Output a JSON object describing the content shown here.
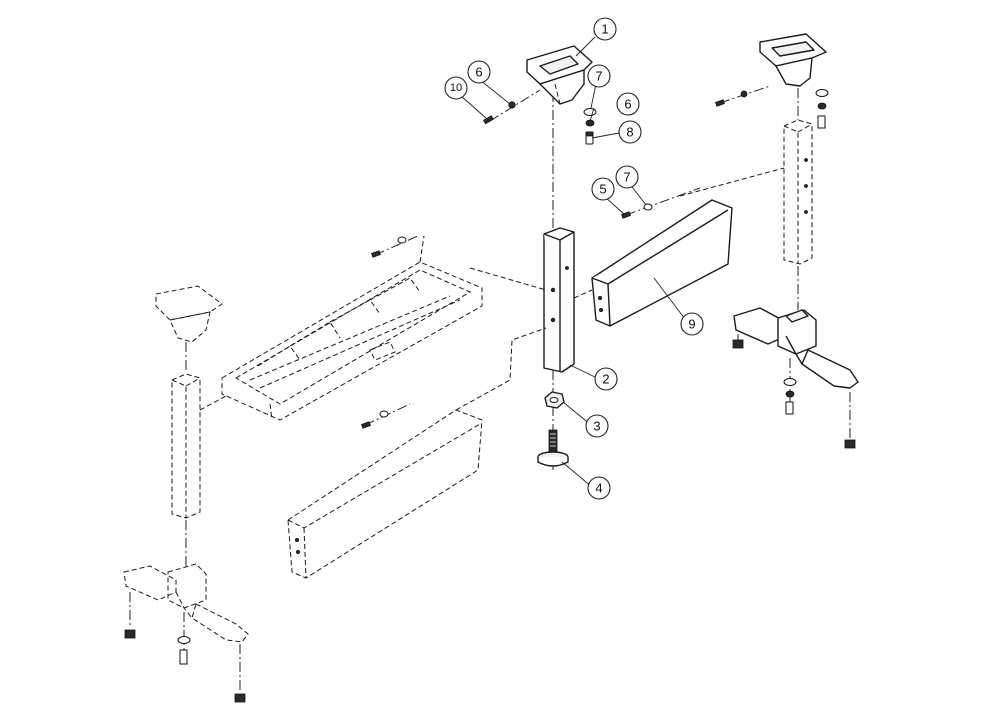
{
  "callouts": [
    {
      "id": "c1",
      "label": "1"
    },
    {
      "id": "c2",
      "label": "2"
    },
    {
      "id": "c3",
      "label": "3"
    },
    {
      "id": "c4",
      "label": "4"
    },
    {
      "id": "c5",
      "label": "5"
    },
    {
      "id": "c6a",
      "label": "6"
    },
    {
      "id": "c6b",
      "label": "6"
    },
    {
      "id": "c7a",
      "label": "7"
    },
    {
      "id": "c7b",
      "label": "7"
    },
    {
      "id": "c8",
      "label": "8"
    },
    {
      "id": "c9",
      "label": "9"
    },
    {
      "id": "c10",
      "label": "10"
    }
  ]
}
